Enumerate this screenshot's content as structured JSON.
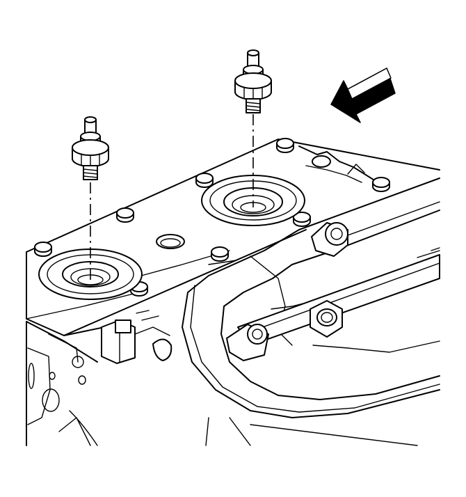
{
  "diagram": {
    "components": [
      "engine-block",
      "cylinder-head",
      "knock-sensor",
      "sensor-bore",
      "intake-manifold",
      "fuel-rail",
      "head-bolt",
      "direction-arrow"
    ],
    "colors": {
      "line": "#000000",
      "background": "#ffffff",
      "arrow_fill": "#000000"
    }
  }
}
